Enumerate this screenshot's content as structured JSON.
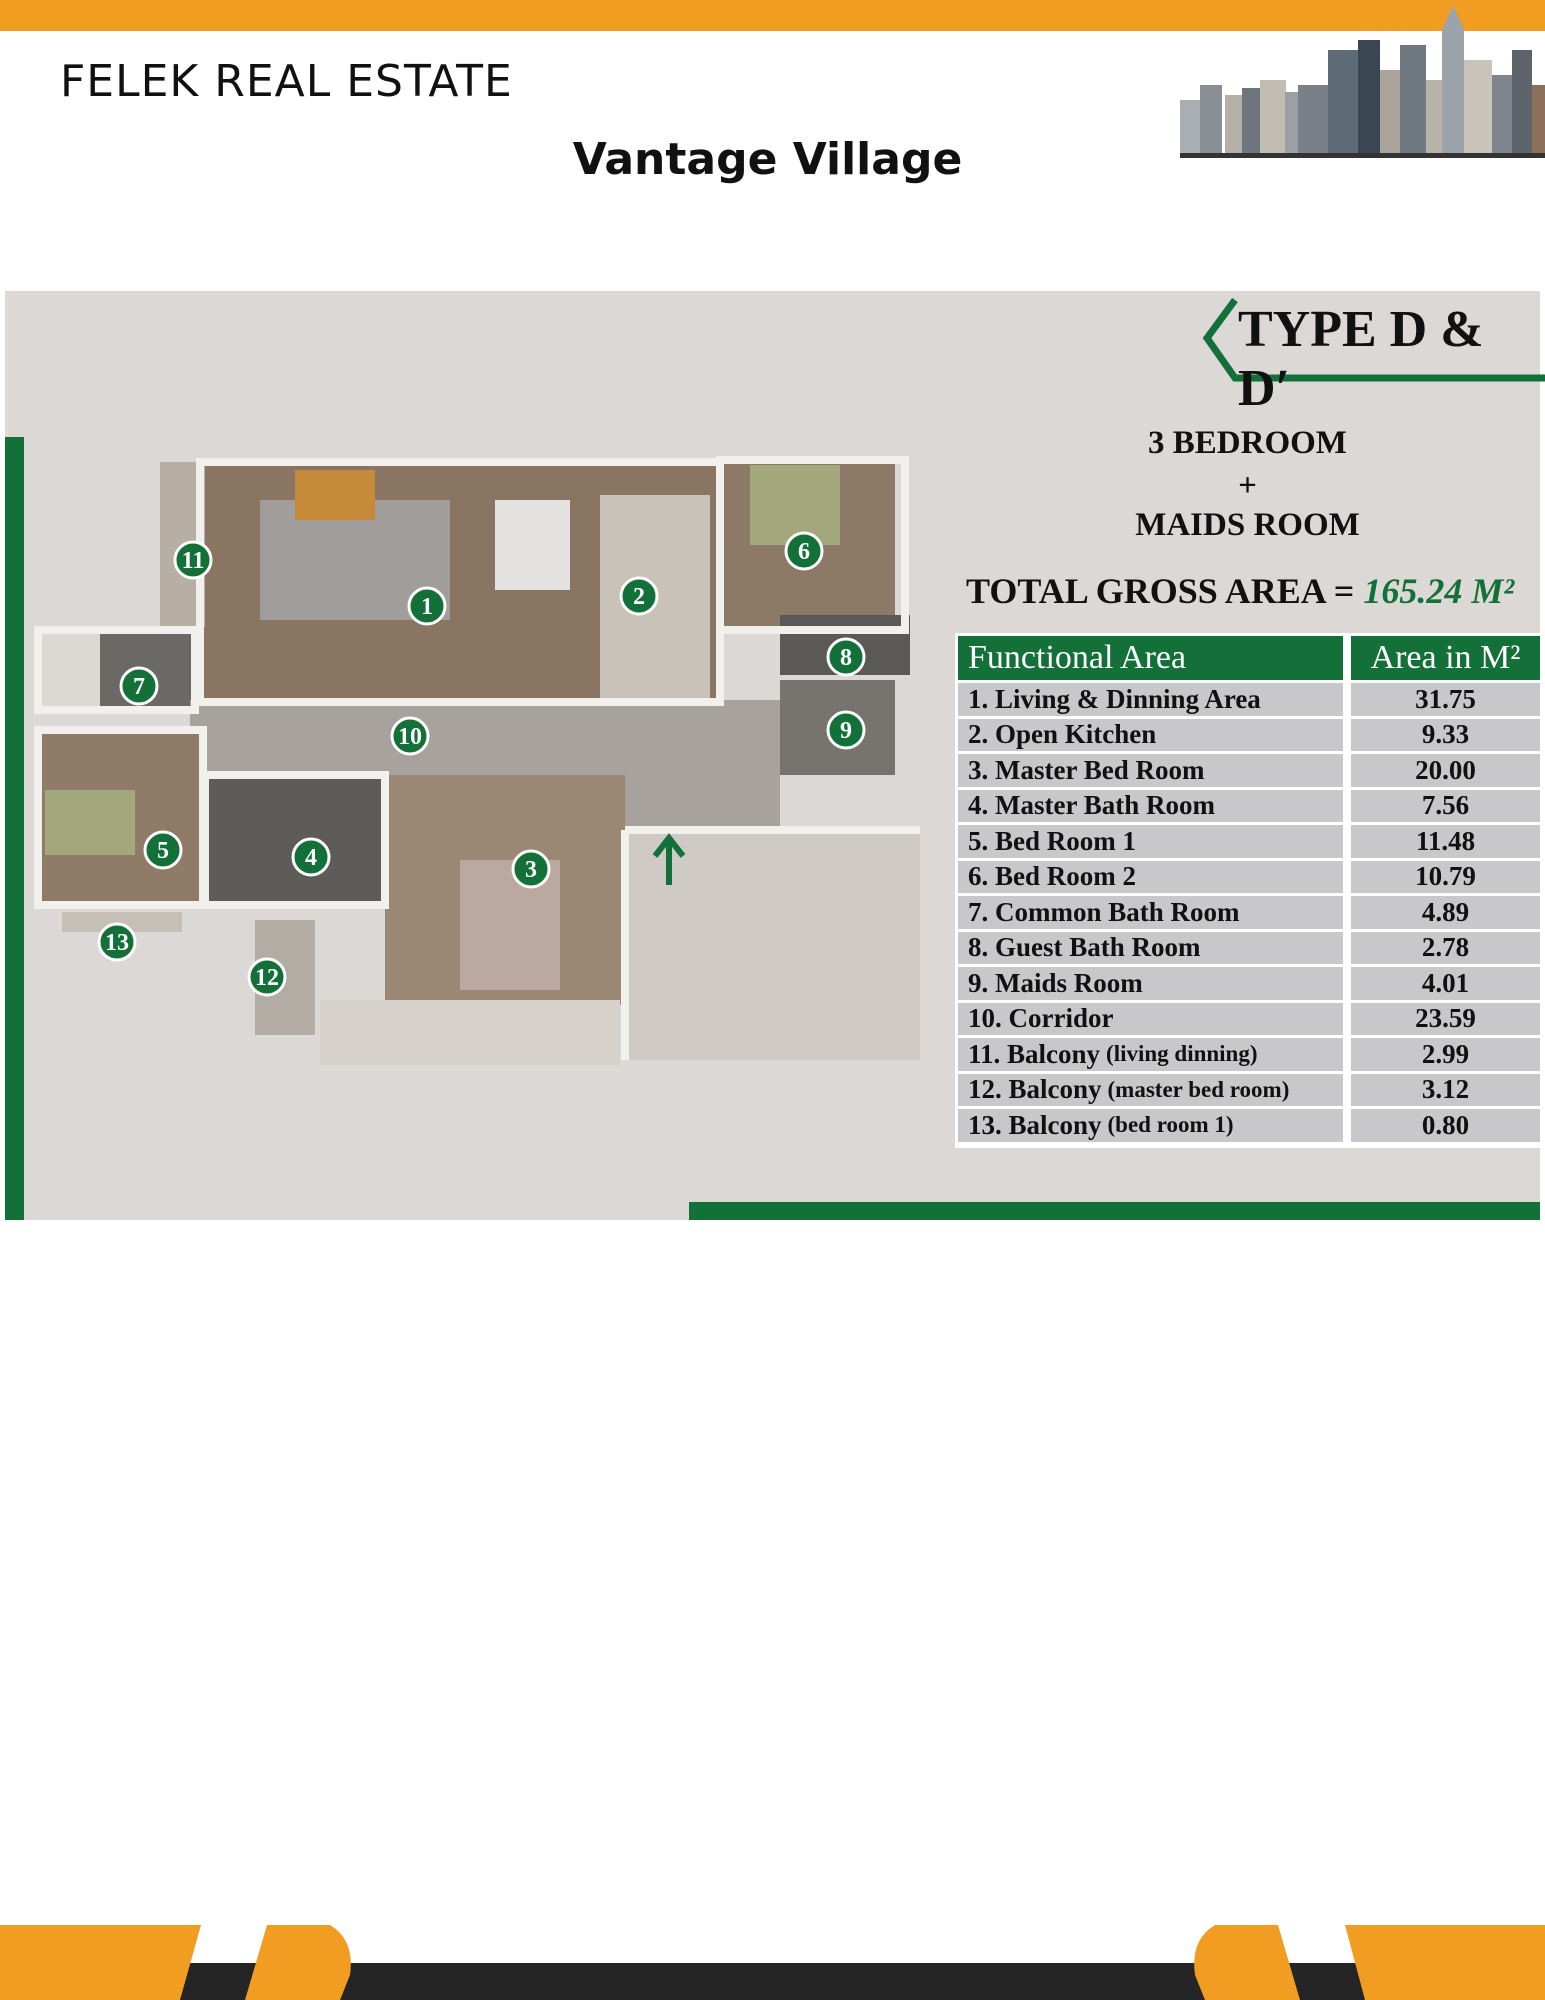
{
  "header": {
    "brand": "FELEK REAL ESTATE",
    "title": "Vantage Village"
  },
  "plan": {
    "type_title": "TYPE D & D′",
    "bedrooms": "3 BEDROOM",
    "plus": "+",
    "maids": "MAIDS ROOM",
    "total_label": "TOTAL GROSS AREA =",
    "total_value": "165.24 M²",
    "markers": [
      "1",
      "2",
      "3",
      "4",
      "5",
      "6",
      "7",
      "8",
      "9",
      "10",
      "11",
      "12",
      "13"
    ]
  },
  "table": {
    "headers": [
      "Functional Area",
      "Area in M²"
    ],
    "rows": [
      {
        "name": "1. Living & Dinning Area",
        "note": "",
        "area": "31.75"
      },
      {
        "name": "2. Open Kitchen",
        "note": "",
        "area": "9.33"
      },
      {
        "name": "3. Master Bed Room",
        "note": "",
        "area": "20.00"
      },
      {
        "name": "4. Master Bath Room",
        "note": "",
        "area": "7.56"
      },
      {
        "name": "5. Bed Room 1",
        "note": "",
        "area": "11.48"
      },
      {
        "name": "6. Bed Room 2",
        "note": "",
        "area": "10.79"
      },
      {
        "name": "7. Common Bath Room",
        "note": "",
        "area": "4.89"
      },
      {
        "name": "8. Guest Bath Room",
        "note": "",
        "area": "2.78"
      },
      {
        "name": "9. Maids Room",
        "note": "",
        "area": "4.01"
      },
      {
        "name": "10. Corridor",
        "note": "",
        "area": "23.59"
      },
      {
        "name": "11. Balcony",
        "note": "(living dinning)",
        "area": "2.99"
      },
      {
        "name": "12. Balcony",
        "note": "(master bed room)",
        "area": "3.12"
      },
      {
        "name": "13. Balcony",
        "note": "(bed room 1)",
        "area": "0.80"
      }
    ]
  },
  "colors": {
    "orange": "#f09d22",
    "green": "#127038",
    "dark": "#252525"
  }
}
